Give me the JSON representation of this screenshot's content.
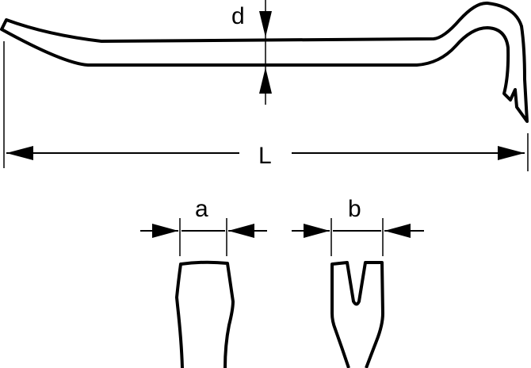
{
  "diagram": {
    "labels": {
      "thickness": "d",
      "length": "L",
      "flat_end_width": "a",
      "claw_end_width": "b"
    },
    "colors": {
      "line": "#000000",
      "background": "#ffffff"
    }
  }
}
